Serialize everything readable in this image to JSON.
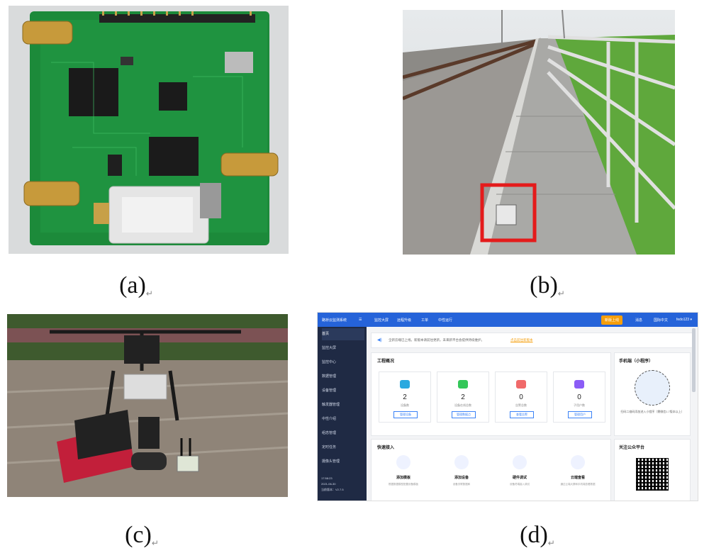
{
  "captions": {
    "a": "(a)",
    "b": "(b)",
    "c": "(c)",
    "d": "(d)",
    "mark": "↵"
  },
  "dashboard": {
    "app_title": "路桥云监测系统",
    "top_nav": [
      "监控大屏",
      "远程升级",
      "工单",
      "中性运行"
    ],
    "top_right": [
      "新版上线",
      "消息",
      "国际中文",
      "fedo123 ▾"
    ],
    "notice": "全新云端已上线，新版本请前往更新，未来新平台会提供持续维护。",
    "notice_link": "点击前往新版本",
    "sidebar": [
      "首页",
      "监控大屏",
      "监控中心",
      "数据管理",
      "设备管理",
      "触发器管理",
      "中性介绍",
      "组态管理",
      "定时任务",
      "摄像头管理"
    ],
    "sidebar_footer": [
      "17:58:23",
      "2021-06-30",
      "当前版本：V2.7.5"
    ],
    "overview_title": "工程概况",
    "overview": [
      {
        "value": "2",
        "label": "设备数",
        "button": "管理设备",
        "color": "#2aa9e0"
      },
      {
        "value": "2",
        "label": "设备在线总数",
        "button": "管理数据点",
        "color": "#34c759"
      },
      {
        "value": "0",
        "label": "告警总数",
        "button": "查看告警",
        "color": "#f06a6a"
      },
      {
        "value": "0",
        "label": "子用户数",
        "button": "管理用户",
        "color": "#8b5cf6"
      }
    ],
    "quick_title": "快速接入",
    "quick_steps": [
      {
        "name": "添加模板",
        "desc": "根据数据模型配置设备模板"
      },
      {
        "name": "添加设备",
        "desc": "设备关联数据和"
      },
      {
        "name": "硬件调试",
        "desc": "设备终端接入调试"
      },
      {
        "name": "云端查看",
        "desc": "通过云端大屏和手机端查看数据"
      }
    ],
    "mobile_title": "手机端（小程序）",
    "mobile_desc": "扫码二维码添加进入小程序（需微信1.7版本以上）",
    "follow_title": "关注公众平台"
  }
}
